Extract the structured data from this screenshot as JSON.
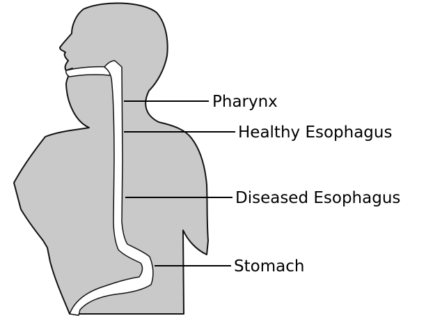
{
  "colors": {
    "body_fill": "#c9c9c9",
    "outline": "#111111",
    "tract": "#ffffff",
    "leader": "#000000"
  },
  "labels": {
    "pharynx": "Pharynx",
    "healthy_esophagus": "Healthy Esophagus",
    "diseased_esophagus": "Diseased Esophagus",
    "stomach": "Stomach"
  }
}
